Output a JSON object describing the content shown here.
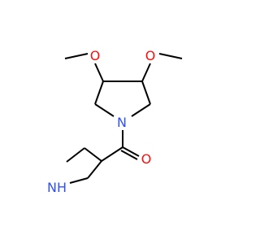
{
  "molecule": {
    "atom_labels": {
      "o_methoxy_left": "O",
      "o_methoxy_right": "O",
      "n_pyrrolidine": "N",
      "o_carbonyl": "O",
      "nh_azetidine": "NH"
    },
    "colors": {
      "bond": "#000000",
      "oxygen": "#ff0d0d",
      "nitrogen": "#3050f8"
    }
  }
}
